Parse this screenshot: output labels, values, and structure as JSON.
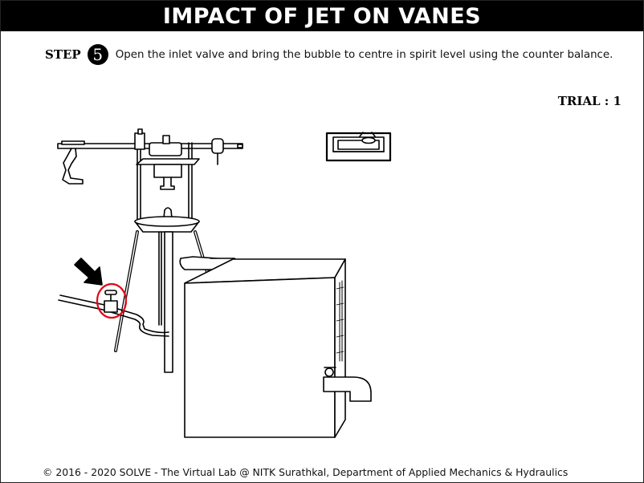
{
  "header": {
    "title": "IMPACT OF JET ON VANES"
  },
  "instruction": {
    "step_label": "STEP",
    "step_number": "5",
    "text": "Open the inlet valve and bring the bubble to centre in spirit level using the counter balance."
  },
  "trial": {
    "label": "TRIAL : 1"
  },
  "footer": {
    "copyright": "© 2016 - 2020 SOLVE - The Virtual Lab @ NITK Surathkal, Department of Applied Mechanics & Hydraulics"
  },
  "highlight": {
    "color": "#e30613"
  },
  "icons": {
    "pointer": "arrow-down-right-icon",
    "spirit_level": "spirit-level-icon"
  }
}
